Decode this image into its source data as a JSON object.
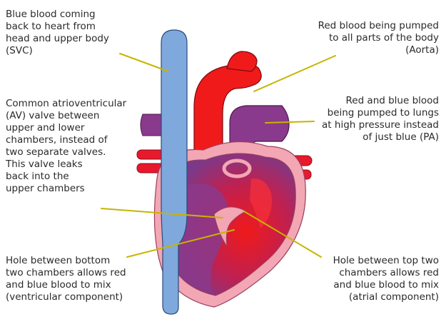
{
  "labels": {
    "svc": "Blue blood coming\nback to heart from\nhead and upper body\n(SVC)",
    "av_valve": "Common atrioventricular\n(AV) valve between\nupper and lower\nchambers, instead of\ntwo separate valves.\nThis valve leaks\nback into the\nupper chambers",
    "vsd": "Hole between bottom\ntwo chambers allows red\nand blue blood to mix\n(ventricular component)",
    "aorta": "Red blood being pumped\nto all parts of the body\n(Aorta)",
    "pa": "Red and blue blood\nbeing pumped to lungs\nat high pressure instead\nof just blue (PA)",
    "asd": "Hole between top two\nchambers allows red\nand blue blood to mix\n(atrial component)"
  },
  "colors": {
    "oxygenated_red": "#f01a1a",
    "deoxygenated_blue": "#7fa8dc",
    "mixed_purple": "#8a3a8c",
    "heart_outline_pink": "#f3a6b4",
    "leader_line": "#c8b400"
  }
}
